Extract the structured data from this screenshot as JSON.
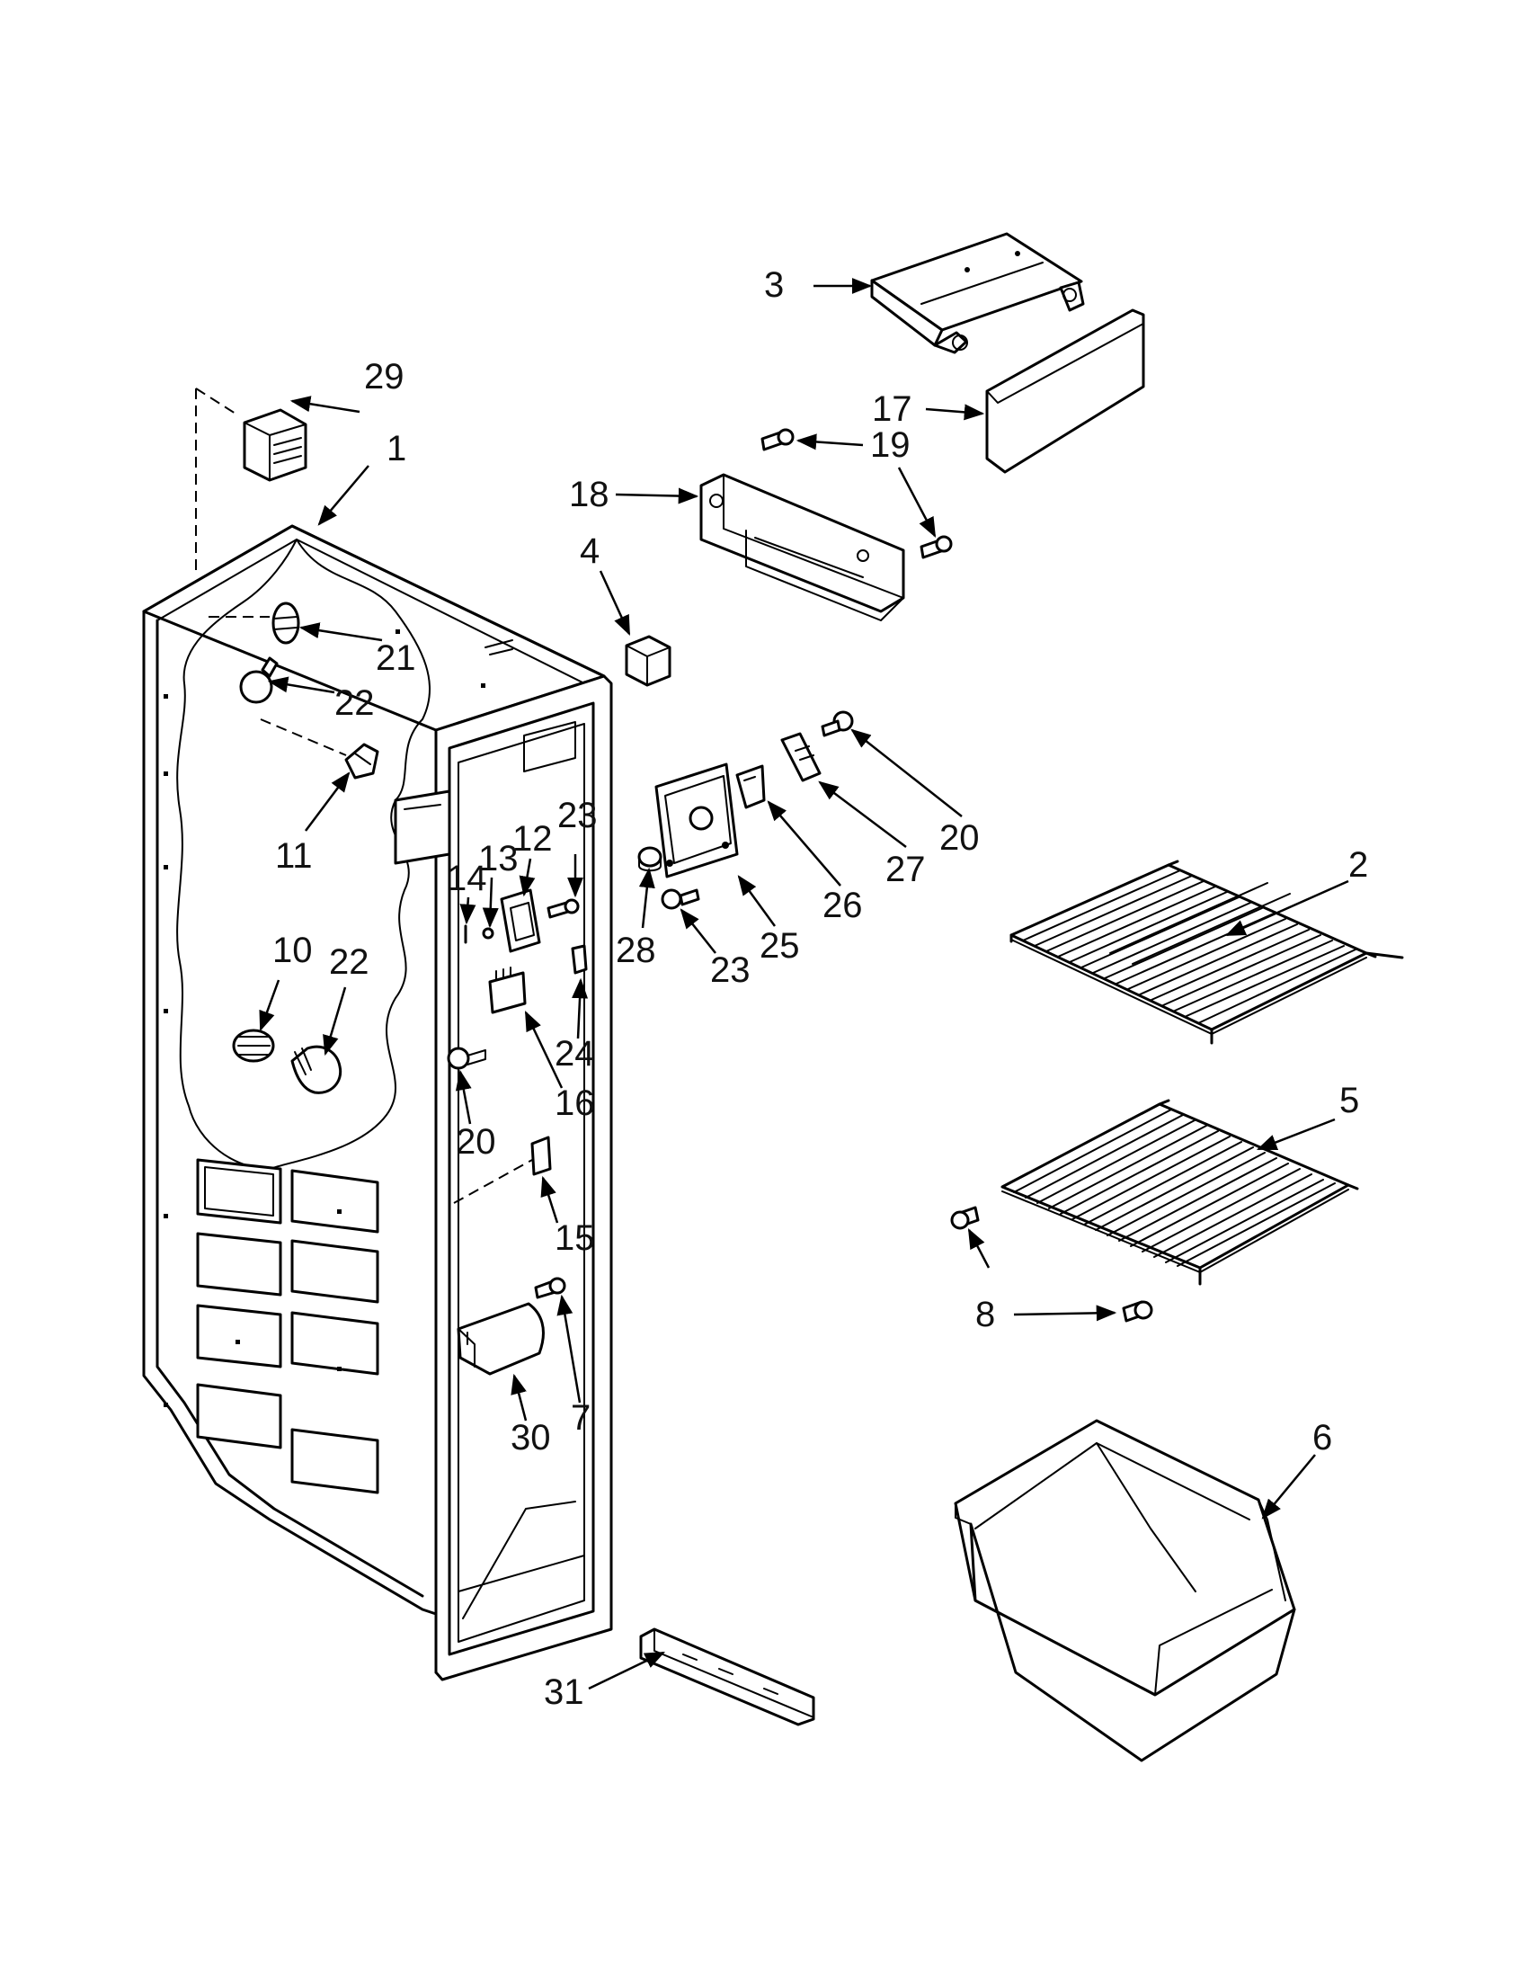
{
  "diagram": {
    "callouts": {
      "c1": "1",
      "c2": "2",
      "c3": "3",
      "c4": "4",
      "c5": "5",
      "c6": "6",
      "c7": "7",
      "c8": "8",
      "c10": "10",
      "c11": "11",
      "c12": "12",
      "c13": "13",
      "c14": "14",
      "c15": "15",
      "c16": "16",
      "c17": "17",
      "c18": "18",
      "c19": "19",
      "c20a": "20",
      "c20b": "20",
      "c21": "21",
      "c22a": "22",
      "c22b": "22",
      "c23a": "23",
      "c23b": "23",
      "c24": "24",
      "c25": "25",
      "c26": "26",
      "c27": "27",
      "c28": "28",
      "c29": "29",
      "c30": "30",
      "c31": "31"
    }
  }
}
